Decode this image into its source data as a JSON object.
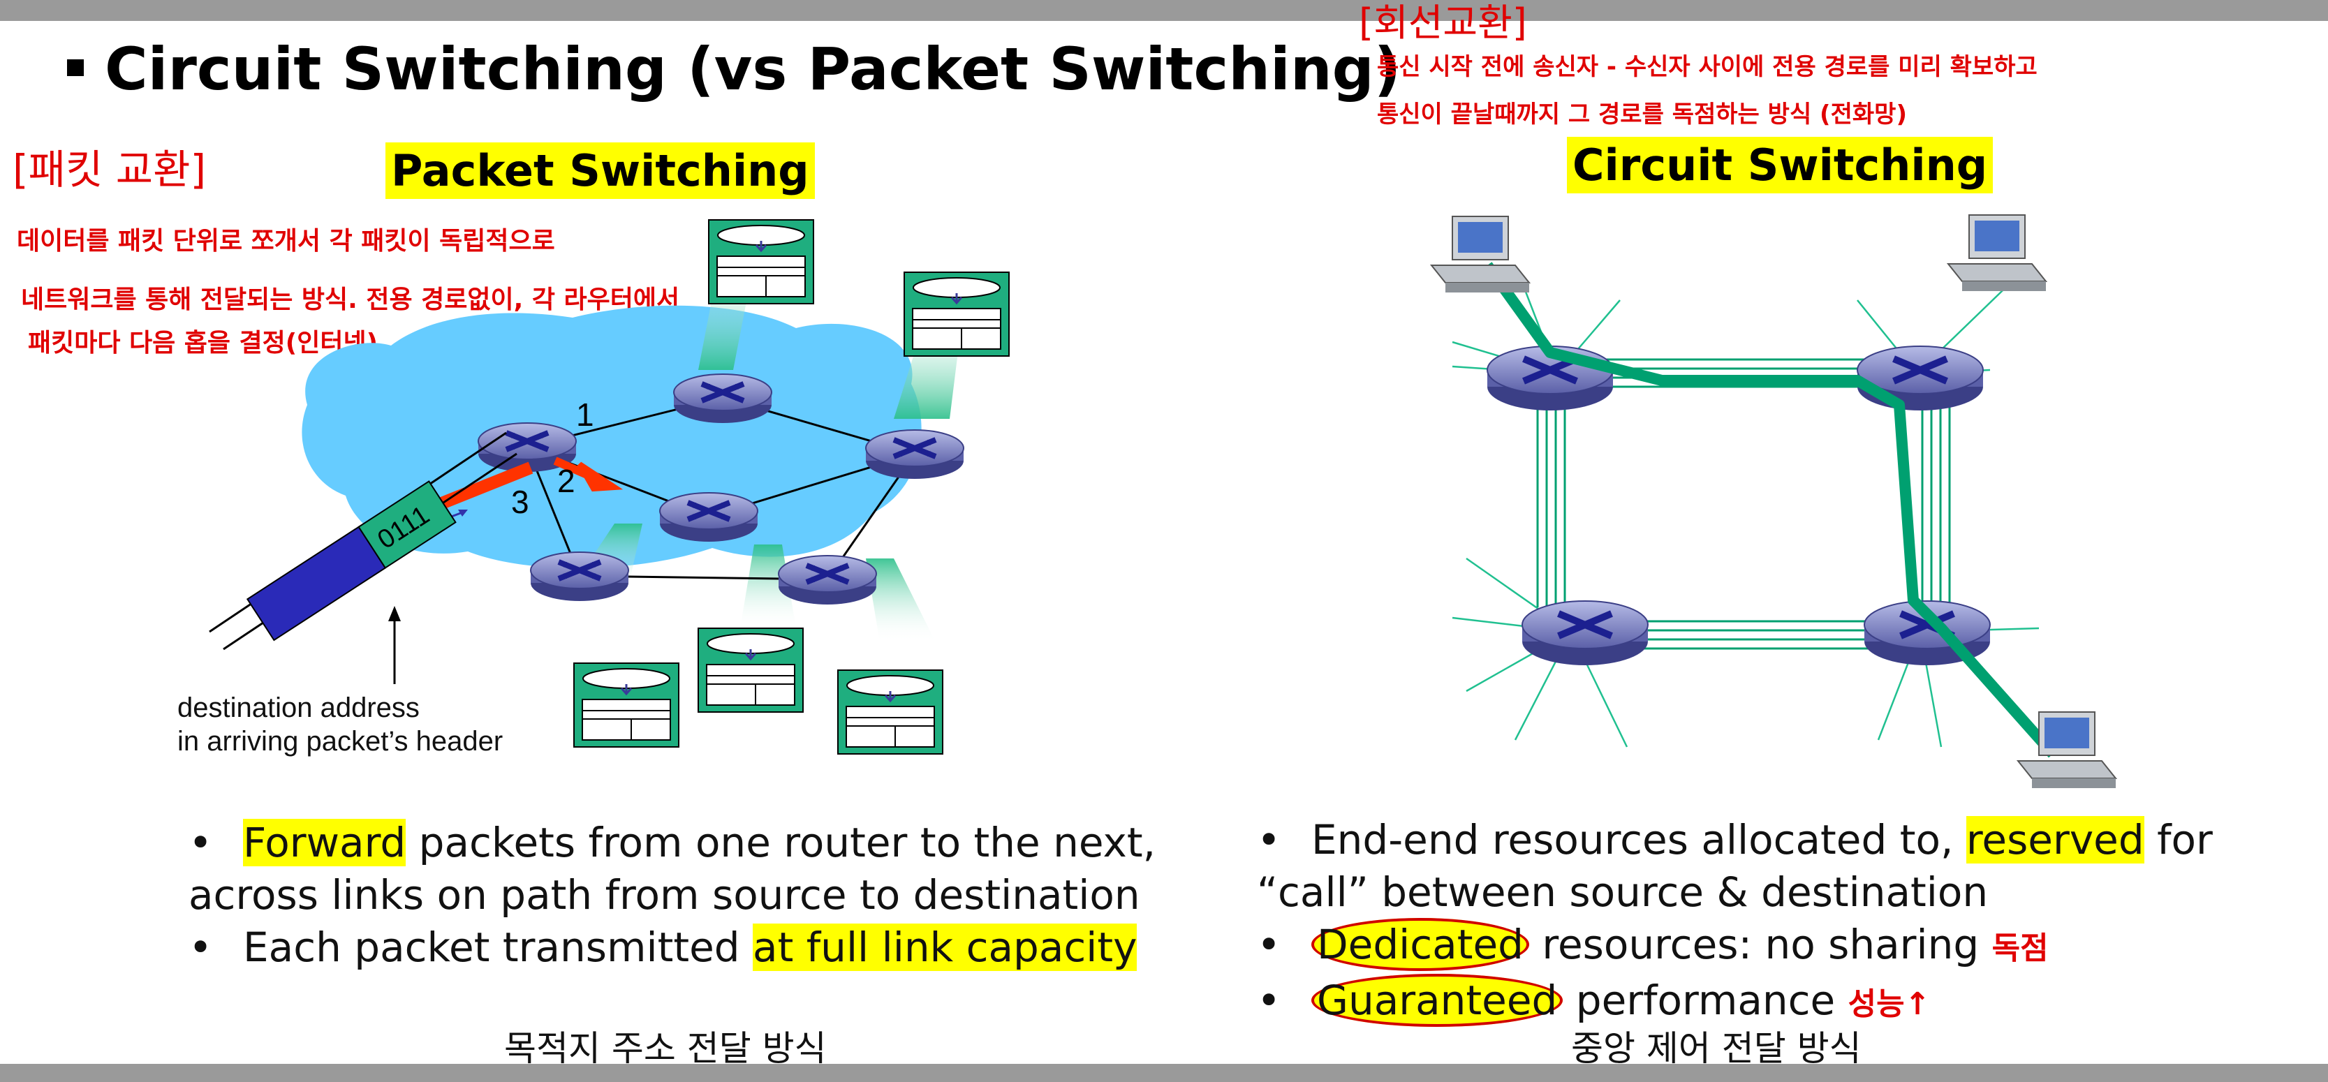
{
  "slide": {
    "title": "Circuit Switching (vs Packet Switching)",
    "colors": {
      "highlight": "#ffff00",
      "cloud": "#66ccff",
      "router": "#8a8fc8",
      "circuit": "#00a070",
      "pen": "#e00000"
    }
  },
  "packet": {
    "heading": "Packet Switching",
    "note_tag": "[패킷 교환]",
    "note_lines": [
      "데이터를 패킷 단위로 쪼개서 각 패킷이 독립적으로",
      "네트워크를 통해 전달되는 방식. 전용 경로없이, 각 라우터에서",
      "패킷마다 다음 홉을 결정(인터넷)"
    ],
    "path_labels": [
      "1",
      "2",
      "3"
    ],
    "packet_bits": "0111",
    "header_note": [
      "destination address",
      "in arriving packet’s header"
    ],
    "bullets": {
      "b1_hl": "Forward",
      "b1_rest": " packets from one router to the next,",
      "b1_line2": "across links on path from source to destination",
      "b2_pre": "Each packet transmitted ",
      "b2_hl": "at full link capacity"
    },
    "caption": "목적지 주소 전달 방식"
  },
  "circuit": {
    "heading": "Circuit Switching",
    "note_tag": "[회선교환]",
    "note_lines": [
      "통신 시작 전에 송신자 - 수신자 사이에 전용 경로를 미리 확보하고",
      "통신이 끝날때까지 그 경로를 독점하는 방식 (전화망)"
    ],
    "bullets": {
      "b1_pre": "End-end resources allocated to, ",
      "b1_hl": "reserved",
      "b1_post": " for",
      "b1_line2": "“call” between source & destination",
      "b2_circ": "Dedicated",
      "b2_rest": " resources: no sharing",
      "b2_note": "독점",
      "b3_circ": "Guaranteed",
      "b3_rest": " performance",
      "b3_note": "성능↑"
    },
    "caption": "중앙 제어 전달 방식"
  }
}
